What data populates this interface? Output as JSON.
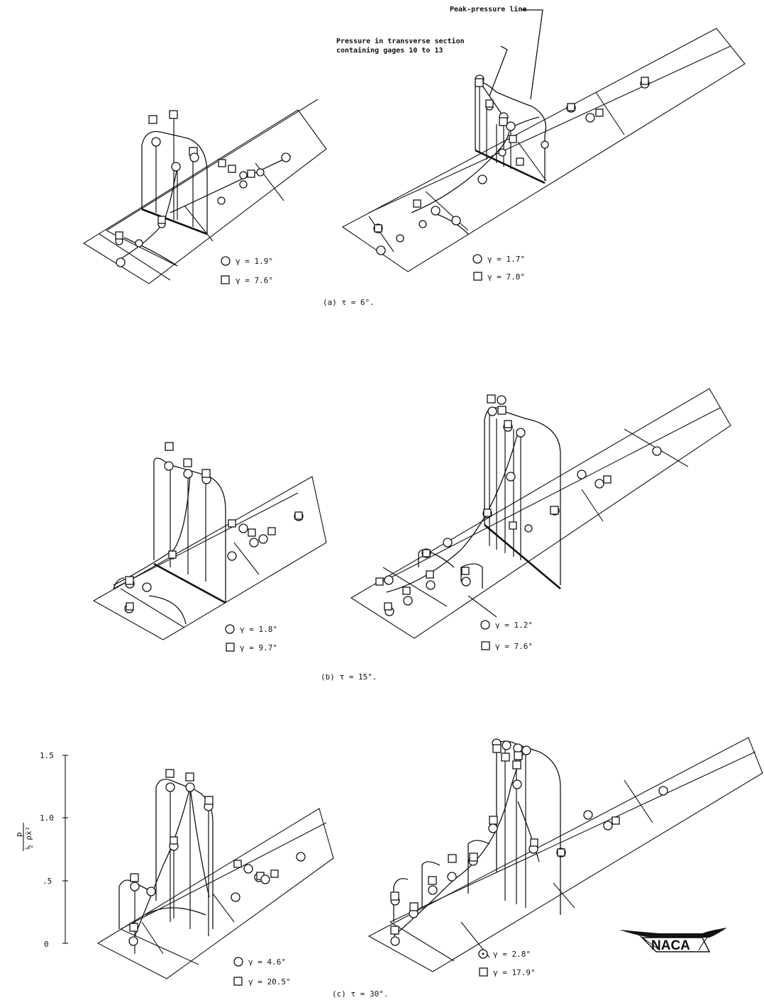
{
  "annotations": {
    "peak_pressure": "Peak-pressure line",
    "transverse_line1": "Pressure in transverse section",
    "transverse_line2": "containing gages 10 to 13"
  },
  "captions": {
    "a": "(a) τ = 6°.",
    "b": "(b) τ = 15°.",
    "c": "(c) τ = 30°."
  },
  "axis": {
    "ylabel_num": "p",
    "ylabel_den": "½ ρẋ²",
    "ticks": [
      "0",
      ".5",
      "1.0",
      "1.5"
    ]
  },
  "panels": [
    {
      "id": "a-left",
      "legend": [
        {
          "marker": "circle",
          "label": "γ = 1.9°"
        },
        {
          "marker": "square",
          "label": "γ = 7.6°"
        }
      ]
    },
    {
      "id": "a-right",
      "legend": [
        {
          "marker": "circle",
          "label": "γ = 1.7°"
        },
        {
          "marker": "square",
          "label": "γ = 7.0°"
        }
      ]
    },
    {
      "id": "b-left",
      "legend": [
        {
          "marker": "circle",
          "label": "γ = 1.8°"
        },
        {
          "marker": "square",
          "label": "γ = 9.7°"
        }
      ]
    },
    {
      "id": "b-right",
      "legend": [
        {
          "marker": "circle",
          "label": "γ = 1.2°"
        },
        {
          "marker": "square",
          "label": "γ = 7.6°"
        }
      ]
    },
    {
      "id": "c-left",
      "legend": [
        {
          "marker": "circle",
          "label": "γ = 4.6°"
        },
        {
          "marker": "square",
          "label": "γ = 20.5°"
        }
      ]
    },
    {
      "id": "c-right",
      "legend": [
        {
          "marker": "circle-dot",
          "label": "γ = 2.8°"
        },
        {
          "marker": "square",
          "label": "γ = 17.9°"
        }
      ]
    }
  ],
  "logo": "NACA"
}
